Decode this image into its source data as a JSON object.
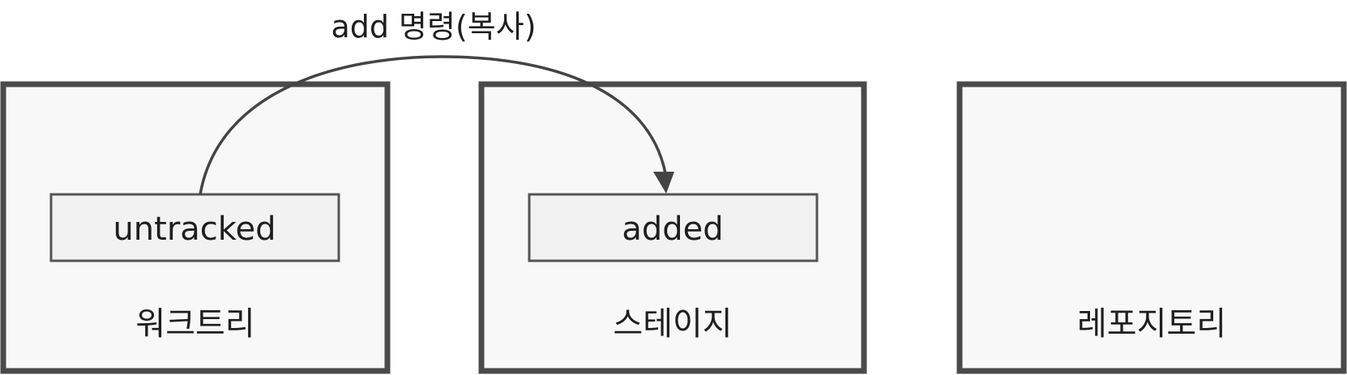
{
  "areas": {
    "working_tree": "워크트리",
    "stage": "스테이지",
    "repository": "레포지토리"
  },
  "states": {
    "untracked": "untracked",
    "added": "added"
  },
  "edges": {
    "add_command": "add 명령(복사)"
  },
  "colors": {
    "area_border": "#4a4a4a",
    "area_fill": "#f8f8f8",
    "state_fill": "#f2f2f2",
    "arrow": "#444444"
  }
}
